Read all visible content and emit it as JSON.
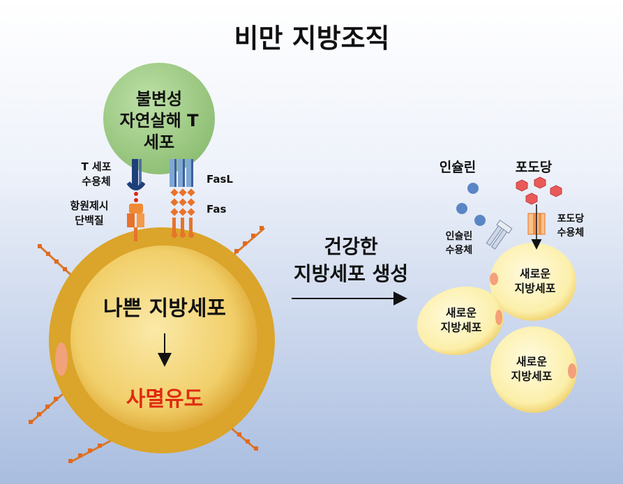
{
  "title": "비만 지방조직",
  "tcell": {
    "line1": "불변성",
    "line2": "자연살해 T",
    "line3": "세포"
  },
  "labels": {
    "tcr_line1": "T 세포",
    "tcr_line2": "수용체",
    "antigen_line1": "항원제시",
    "antigen_line2": "단백질",
    "fasl": "FasL",
    "fas": "Fas"
  },
  "bad_cell": {
    "label": "나쁜 지방세포",
    "result": "사멸유도"
  },
  "process": {
    "line1": "건강한",
    "line2": "지방세포 생성"
  },
  "right": {
    "insulin": "인슐린",
    "glucose": "포도당",
    "insulin_receptor_line1": "인슐린",
    "insulin_receptor_line2": "수용체",
    "glucose_receptor_line1": "포도당",
    "glucose_receptor_line2": "수용체"
  },
  "new_cells": [
    {
      "line1": "새로운",
      "line2": "지방세포"
    },
    {
      "line1": "새로운",
      "line2": "지방세포"
    },
    {
      "line1": "새로운",
      "line2": "지방세포"
    }
  ],
  "colors": {
    "bg_top": "#ffffff",
    "bg_bottom": "#a9bde0",
    "tcell": "#9ecb86",
    "bad_cell": "#e1a51f",
    "new_cell": "#fbeca0",
    "death_text": "#e02a10",
    "receptor_orange": "#e8732a",
    "receptor_navy": "#1f3f7a",
    "fasl_blue": "#7fa8d6",
    "insulin_ball": "#5b86c6",
    "glucose_hex": "#e85a5a"
  }
}
